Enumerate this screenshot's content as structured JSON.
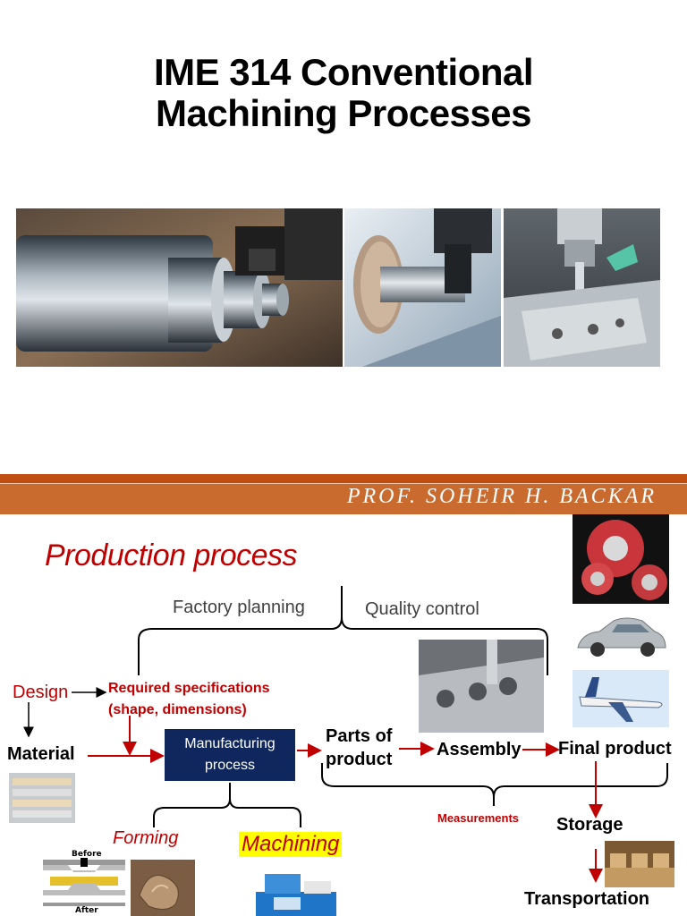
{
  "slide1": {
    "title_line1": "IME 314 Conventional",
    "title_line2": "Machining Processes",
    "author": "PROF. SOHEIR H. BACKAR"
  },
  "slide2": {
    "title": "Production process",
    "factory_planning": "Factory planning",
    "quality_control": "Quality control",
    "design": "Design",
    "required_specs_line1": "Required specifications",
    "required_specs_line2": "(shape, dimensions)",
    "material": "Material",
    "manufacturing_line1": "Manufacturing",
    "manufacturing_line2": "process",
    "parts_line1": "Parts of",
    "parts_line2": "product",
    "assembly": "Assembly",
    "final_product": "Final product",
    "measurements": "Measurements",
    "storage": "Storage",
    "transportation": "Transportation",
    "forming": "Forming",
    "machining": "Machining",
    "before": "Before",
    "after": "After"
  },
  "colors": {
    "title_red": "#c00000",
    "band_orange": "#c96a2f",
    "band_dark": "#bf4e12",
    "box_navy": "#10275e",
    "highlight_yellow": "#ffff00"
  }
}
